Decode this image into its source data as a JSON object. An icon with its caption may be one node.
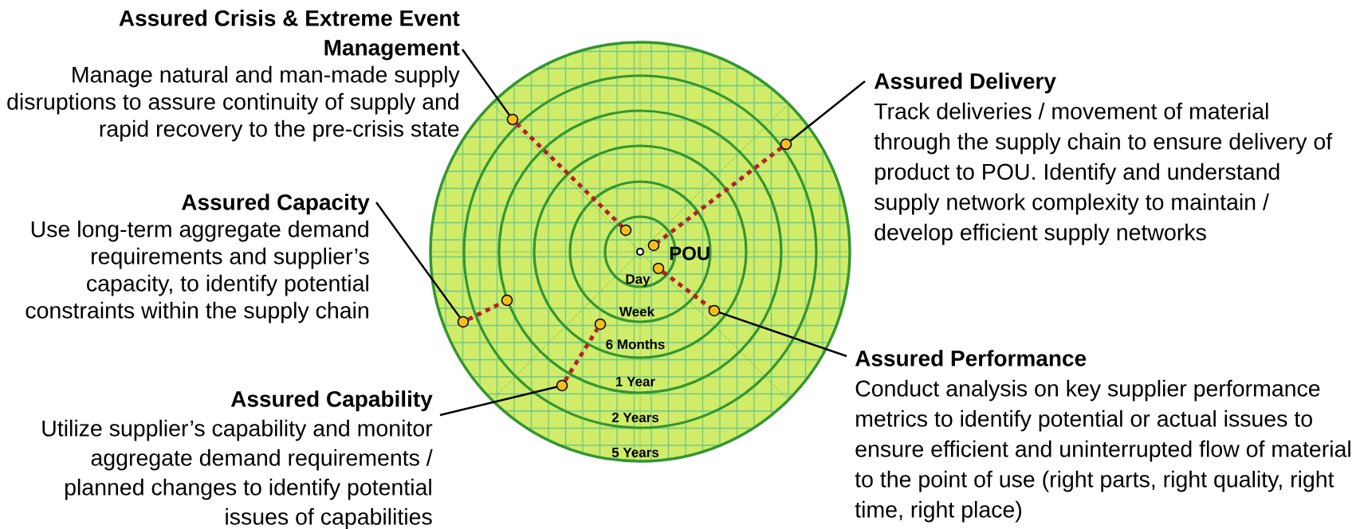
{
  "diagram": {
    "nodes": [
      {
        "text": [
          "Assured Crisis & Extreme Event Management",
          "Manage natural and man-made supply disruptions to assure continuity of supply and rapid recovery to the pre-crisis state"
        ]
      },
      {
        "text": [
          "Assured Delivery",
          "Track deliveries / movement of material through the supply chain to ensure delivery of product to POU. Identify and understand supply network complexity to maintain / develop efficient supply networks"
        ]
      },
      {
        "text": [
          "Assured Capacity",
          "Use long-term aggregate demand requirements and supplier’s capacity, to identify potential constraints within the supply chain"
        ]
      },
      {
        "text": [
          "Assured Performance",
          "Conduct analysis on key supplier performance metrics to identify potential or actual issues to ensure efficient and uninterrupted flow of material to the point of use (right parts, right quality, right time, right place)"
        ]
      },
      {
        "text": [
          "Assured Capability",
          "Utilize supplier’s capability and monitor aggregate demand requirements / planned changes to identify potential issues of capabilities"
        ]
      },
      {
        "text": [],
        "shape": "circle"
      },
      {
        "text": [],
        "shape": "circle"
      },
      {
        "text": [],
        "shape": "circle"
      },
      {
        "text": [],
        "shape": "circle"
      },
      {
        "text": [],
        "shape": "circle"
      },
      {
        "text": [],
        "shape": "circle"
      },
      {
        "text": [],
        "shape": "circle"
      },
      {
        "text": [],
        "shape": "circle"
      },
      {
        "text": [],
        "shape": "circle"
      },
      {
        "text": [],
        "shape": "circle"
      }
    ],
    "edges": [
      {
        "from": 0,
        "to": 5,
        "arrow": "none"
      },
      {
        "from": 1,
        "to": 6,
        "arrow": "none"
      },
      {
        "from": 2,
        "to": 12,
        "arrow": "none"
      },
      {
        "from": 3,
        "to": 11,
        "arrow": "none"
      },
      {
        "from": 4,
        "to": 14,
        "arrow": "none"
      },
      {
        "from": 5,
        "to": 7,
        "arrow": "none",
        "style": "dashed",
        "color": "#b5202a"
      },
      {
        "from": 6,
        "to": 8,
        "arrow": "none",
        "style": "dashed",
        "color": "#b5202a"
      },
      {
        "from": 9,
        "to": 11,
        "arrow": "none",
        "style": "dashed",
        "color": "#b5202a"
      },
      {
        "from": 12,
        "to": 10,
        "arrow": "none",
        "style": "dashed",
        "color": "#b5202a"
      },
      {
        "from": 14,
        "to": 13,
        "arrow": "none",
        "style": "dashed",
        "color": "#b5202a"
      }
    ],
    "labels": [
      "POU",
      "Day",
      "Week",
      "6 Months",
      "1 Year",
      "2 Years",
      "5 Years"
    ]
  }
}
